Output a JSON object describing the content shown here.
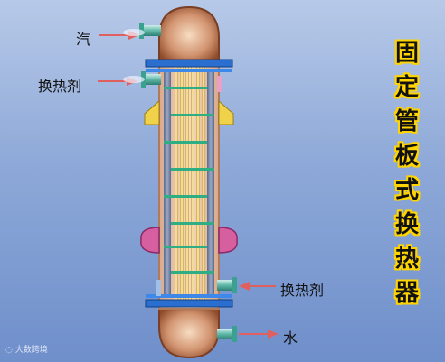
{
  "title_chars": [
    "固",
    "定",
    "管",
    "板",
    "式",
    "换",
    "热",
    "器"
  ],
  "labels": {
    "steam": "汽",
    "medium_upper": "换热剂",
    "medium_lower": "换热剂",
    "water": "水"
  },
  "watermark": "大数跨境",
  "colors": {
    "background": "#8ea9d8",
    "shell": "#f0c9ae",
    "tube": "#f2dc8c",
    "baffle": "#2fae84",
    "tubesheet": "#2a6fd0",
    "dome": "#b96f45",
    "arrow": "#e06060",
    "nozzle": "#7fd0c2",
    "title_outline": "#ffd400"
  }
}
